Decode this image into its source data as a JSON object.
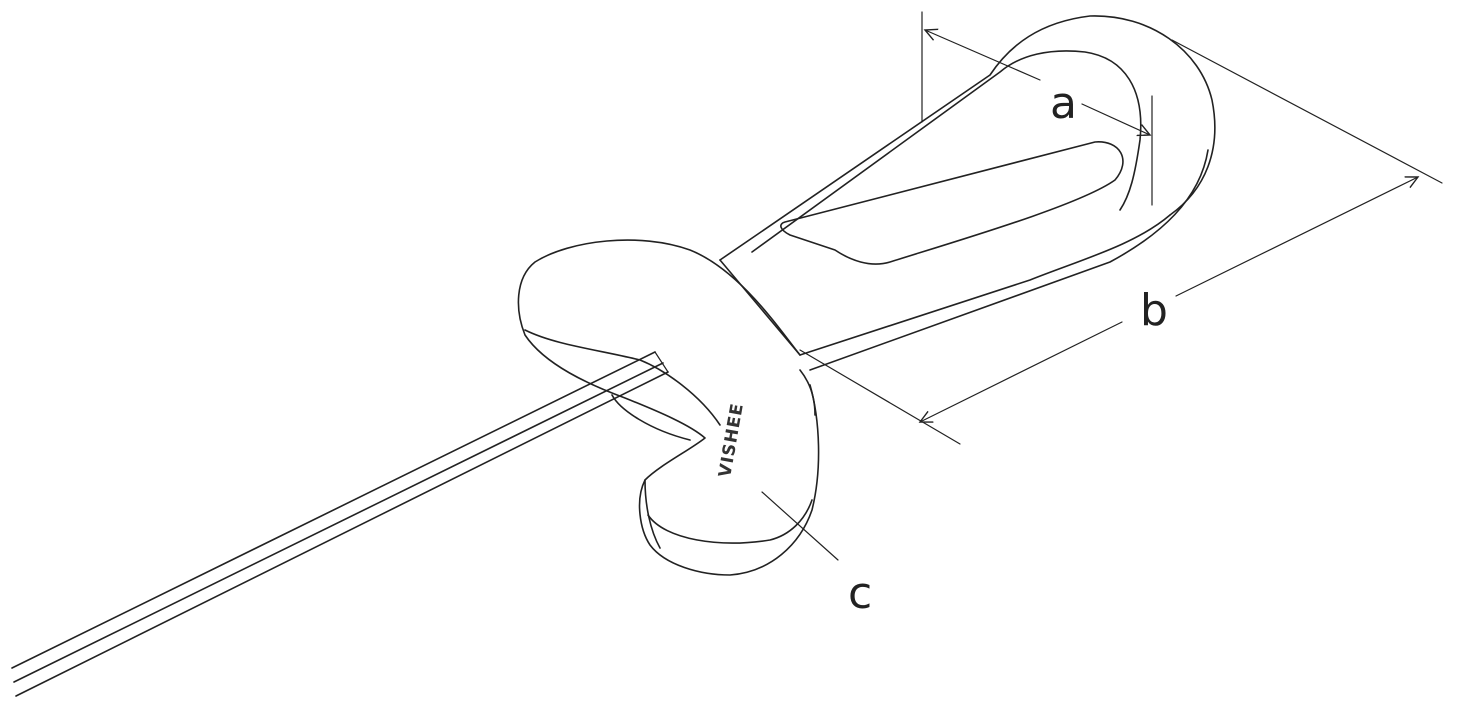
{
  "diagram": {
    "labels": {
      "a": "a",
      "b": "b",
      "c": "c"
    },
    "logo_text": "VISHEE",
    "stroke_color": "#222222",
    "background": "#ffffff"
  }
}
